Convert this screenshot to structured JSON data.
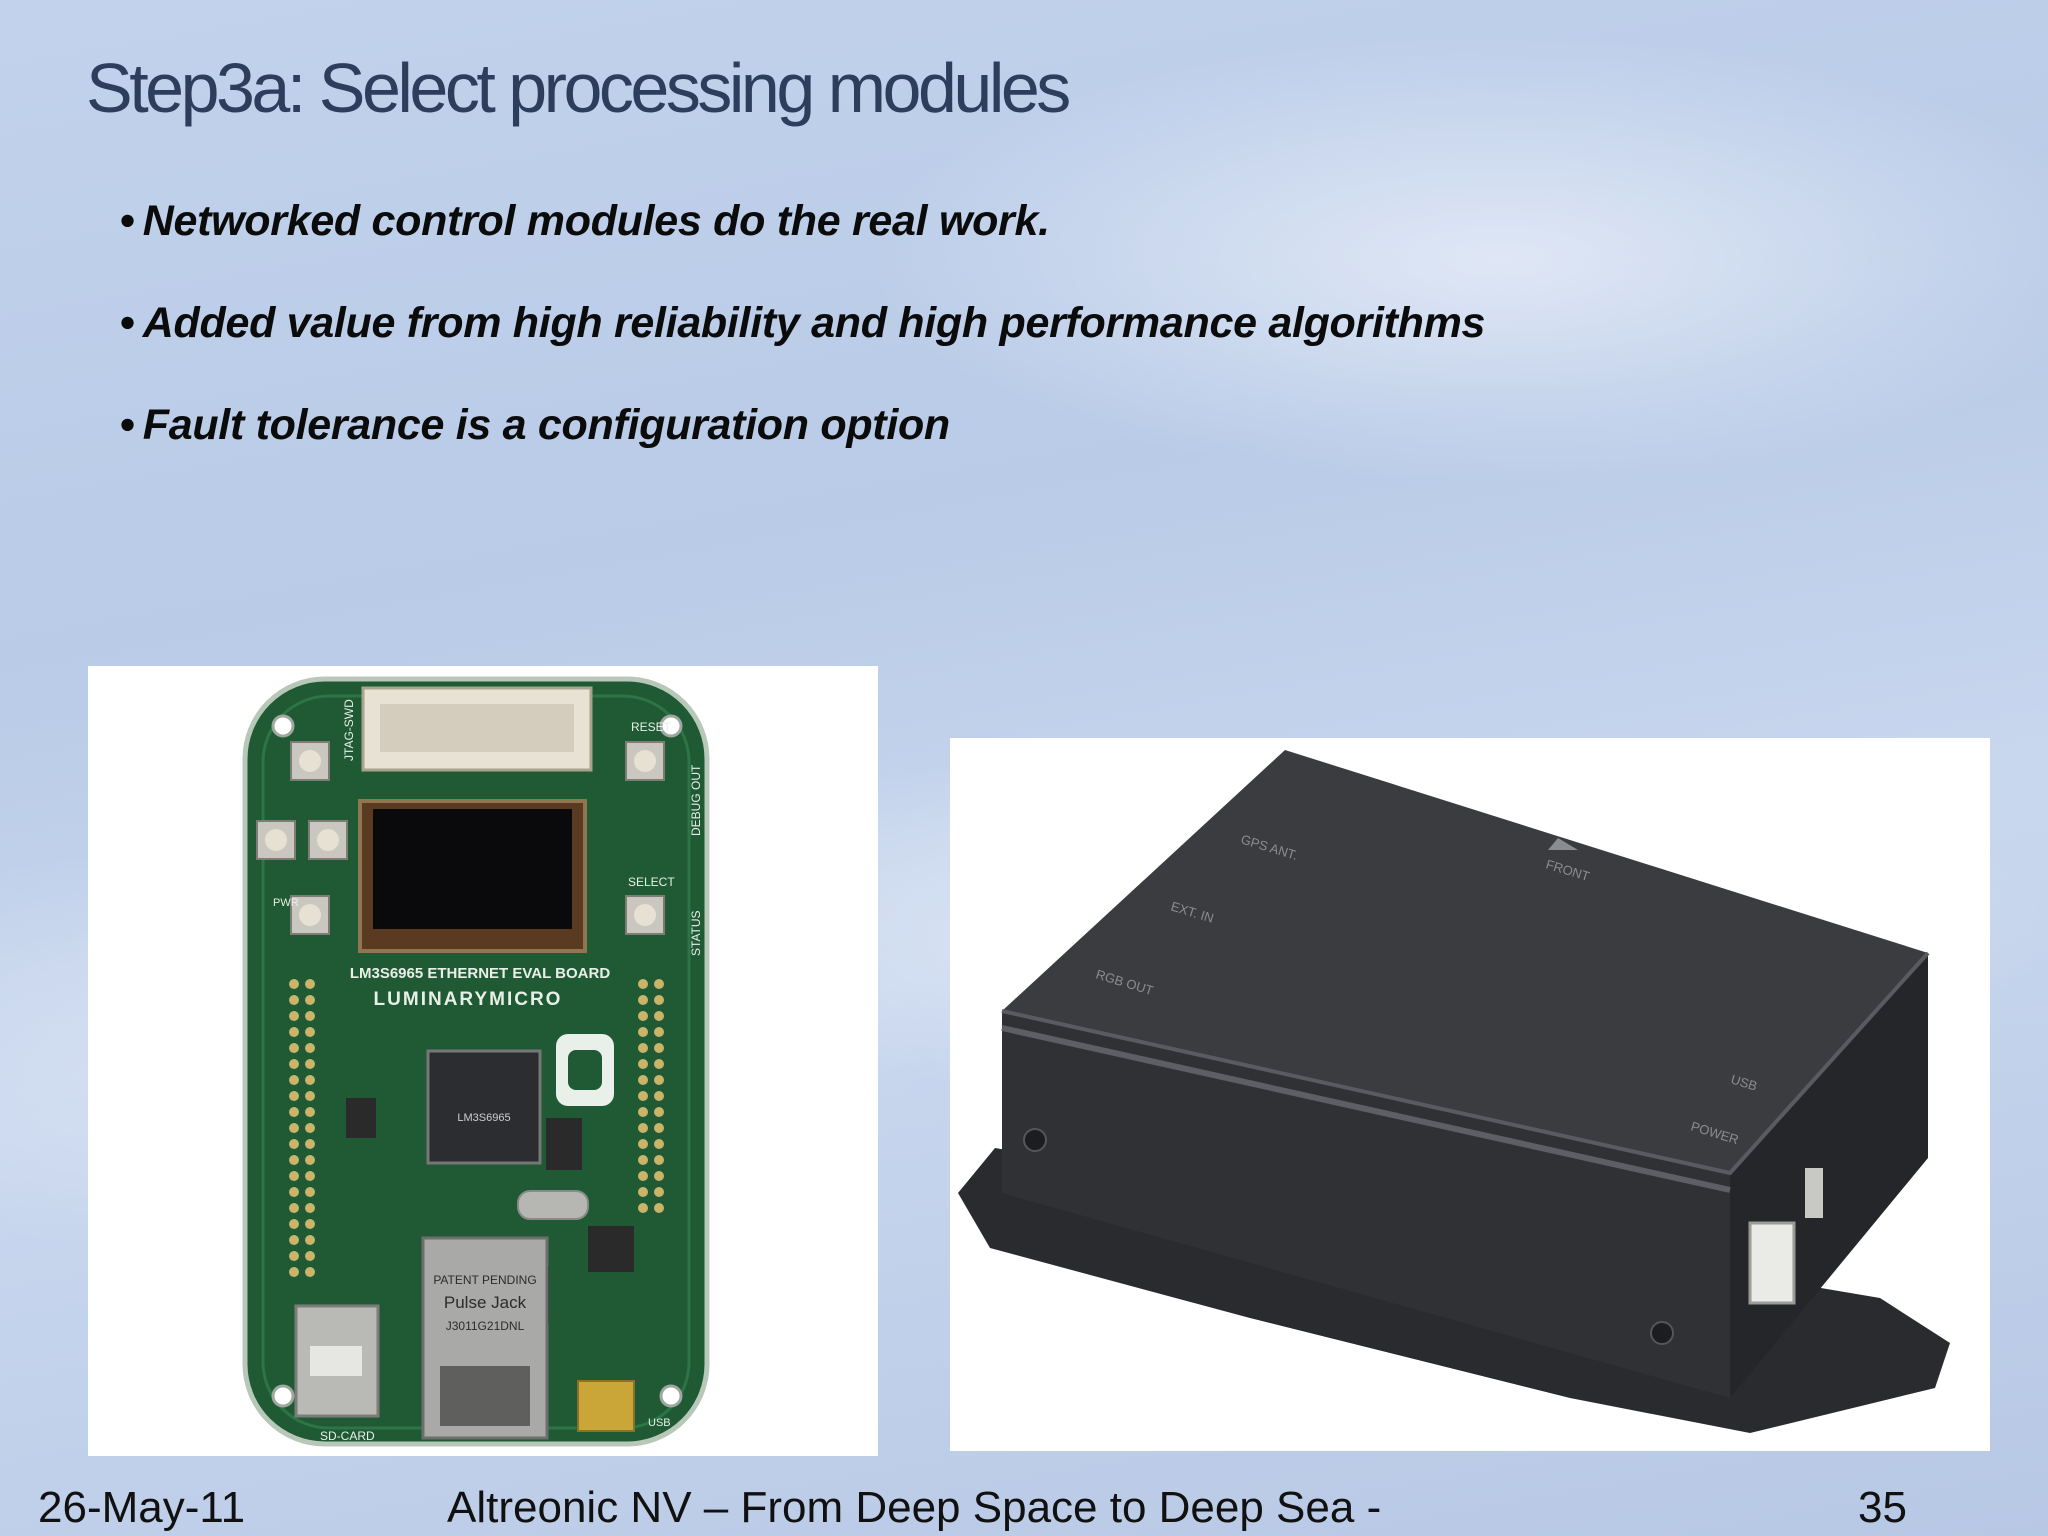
{
  "slide": {
    "title": "Step3a: Select processing modules",
    "bullet_symbol": "•",
    "bullets": [
      "Networked control modules do the real work.",
      "Added value from high reliability and high performance algorithms",
      "Fault tolerance is a configuration option"
    ]
  },
  "board_photo": {
    "labels": {
      "header": "JTAG-SWD",
      "reset": "RESET",
      "select": "SELECT",
      "status": "STATUS",
      "debug": "DEBUG OUT",
      "board_name": "LM3S6965 ETHERNET EVAL BOARD",
      "brand": "LUMINARYMICRO",
      "chip": "LM3S6965",
      "jack_top": "PATENT PENDING",
      "jack_brand": "Pulse Jack",
      "jack_part": "J3011G21DNL",
      "sd": "SD-CARD",
      "usb": "USB",
      "pwr": "PWR"
    }
  },
  "box_photo": {
    "labels": {
      "gps": "GPS ANT.",
      "ext": "EXT. IN",
      "rgb": "RGB OUT",
      "front": "FRONT",
      "usb": "USB",
      "power": "POWER"
    }
  },
  "footer": {
    "date": "26-May-11",
    "center": "Altreonic NV – From Deep Space to Deep Sea -",
    "page": "35"
  },
  "colors": {
    "title": "#2c3e5c",
    "pcb": "#1f5a34",
    "box": "#333437"
  }
}
